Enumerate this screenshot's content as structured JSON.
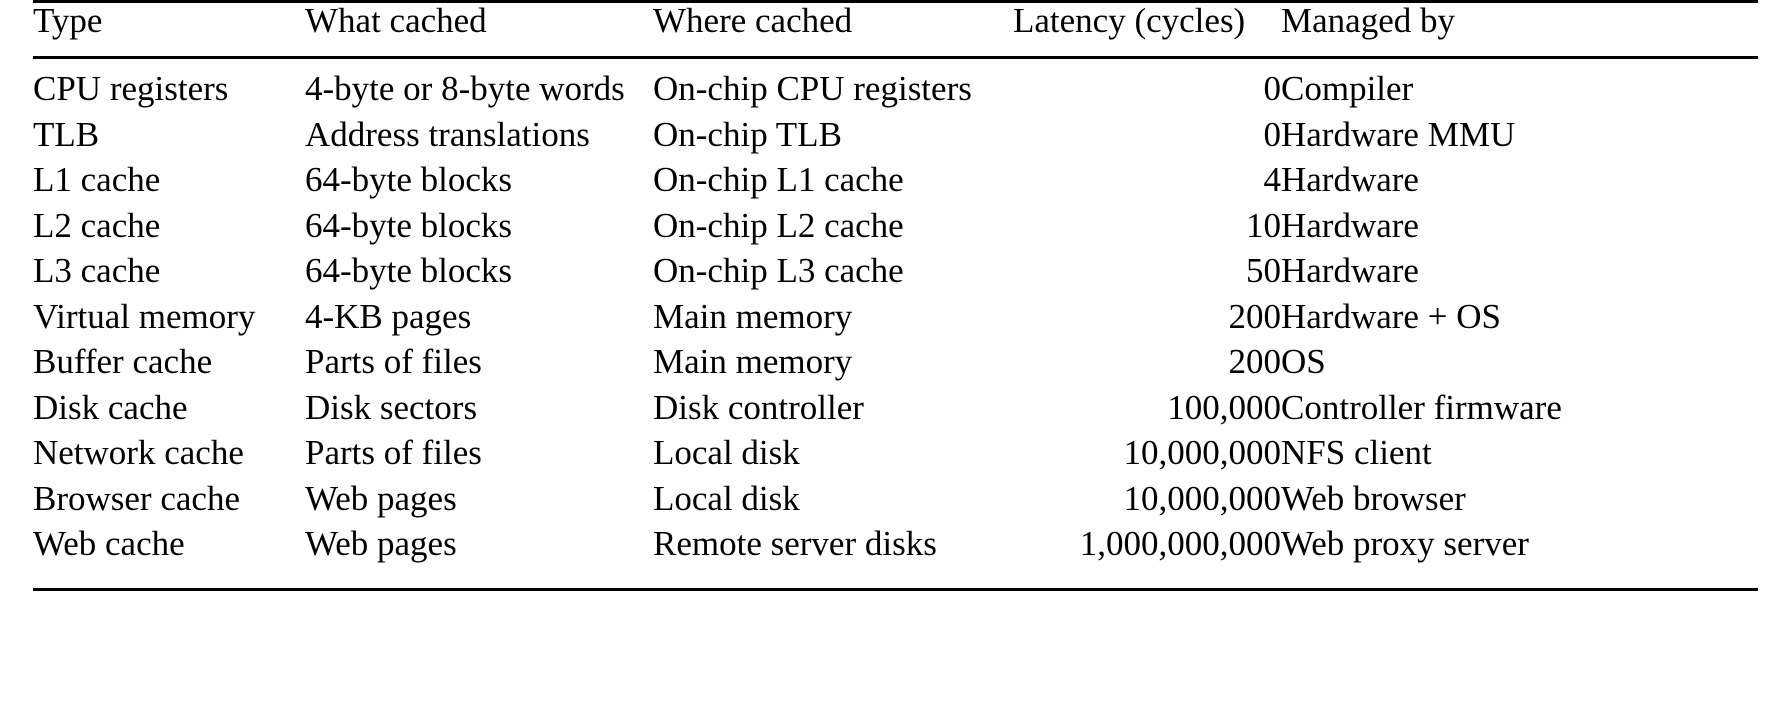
{
  "table": {
    "caption": "",
    "columns": [
      {
        "key": "type",
        "label": "Type",
        "align": "left"
      },
      {
        "key": "what_cached",
        "label": "What cached",
        "align": "left"
      },
      {
        "key": "where_cached",
        "label": "Where cached",
        "align": "left"
      },
      {
        "key": "latency_cycles",
        "label": "Latency (cycles)",
        "align": "right"
      },
      {
        "key": "managed_by",
        "label": "Managed by",
        "align": "left"
      }
    ],
    "rows": [
      {
        "type": "CPU registers",
        "what_cached": "4-byte or 8-byte words",
        "where_cached": "On-chip CPU registers",
        "latency_cycles": "0",
        "managed_by": "Compiler"
      },
      {
        "type": "TLB",
        "what_cached": "Address translations",
        "where_cached": "On-chip TLB",
        "latency_cycles": "0",
        "managed_by": "Hardware MMU"
      },
      {
        "type": "L1 cache",
        "what_cached": "64-byte blocks",
        "where_cached": "On-chip L1 cache",
        "latency_cycles": "4",
        "managed_by": "Hardware"
      },
      {
        "type": "L2 cache",
        "what_cached": "64-byte blocks",
        "where_cached": "On-chip L2 cache",
        "latency_cycles": "10",
        "managed_by": "Hardware"
      },
      {
        "type": "L3 cache",
        "what_cached": "64-byte blocks",
        "where_cached": "On-chip L3 cache",
        "latency_cycles": "50",
        "managed_by": "Hardware"
      },
      {
        "type": "Virtual memory",
        "what_cached": "4-KB pages",
        "where_cached": "Main memory",
        "latency_cycles": "200",
        "managed_by": "Hardware + OS"
      },
      {
        "type": "Buffer cache",
        "what_cached": "Parts of files",
        "where_cached": "Main memory",
        "latency_cycles": "200",
        "managed_by": "OS"
      },
      {
        "type": "Disk cache",
        "what_cached": "Disk sectors",
        "where_cached": "Disk controller",
        "latency_cycles": "100,000",
        "managed_by": "Controller firmware"
      },
      {
        "type": "Network cache",
        "what_cached": "Parts of files",
        "where_cached": "Local disk",
        "latency_cycles": "10,000,000",
        "managed_by": "NFS client"
      },
      {
        "type": "Browser cache",
        "what_cached": "Web pages",
        "where_cached": "Local disk",
        "latency_cycles": "10,000,000",
        "managed_by": "Web browser"
      },
      {
        "type": "Web cache",
        "what_cached": "Web pages",
        "where_cached": "Remote server disks",
        "latency_cycles": "1,000,000,000",
        "managed_by": "Web proxy server"
      }
    ]
  },
  "style": {
    "rule_color": "#000000",
    "text_color": "#000000",
    "background": "#ffffff"
  }
}
